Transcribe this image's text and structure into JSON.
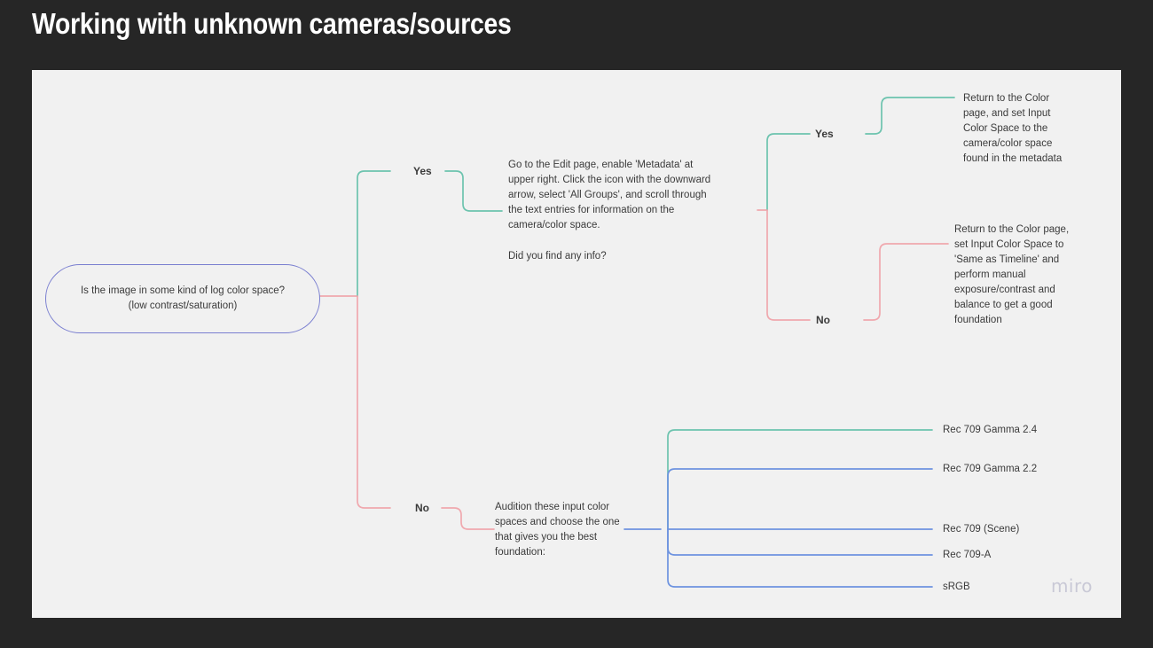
{
  "slide": {
    "title": "Working with unknown cameras/sources",
    "background_color": "#262626",
    "canvas_color": "#f1f1f1"
  },
  "colors": {
    "teal": "#6cc3ae",
    "pink": "#f0a8ae",
    "blue": "#6d93e0",
    "node_border": "#7a7fd0",
    "text": "#3b3b3b",
    "title_text": "#ffffff",
    "watermark": "#c9c9d6"
  },
  "flowchart": {
    "start_node": {
      "label": "Is the image in some kind of log color space?\n(low contrast/saturation)"
    },
    "branch_labels": {
      "level1_yes": "Yes",
      "level1_no": "No",
      "level2_yes": "Yes",
      "level2_no": "No"
    },
    "metadata_step": {
      "body": "Go to the Edit page, enable 'Metadata' at upper right. Click the icon with the downward arrow, select 'All Groups', and scroll through the text entries for information on the camera/color space.",
      "question": "Did you find any info?"
    },
    "outcome_found": {
      "body": "Return to the Color page, and set Input Color Space to the camera/color space found in the metadata"
    },
    "outcome_not_found": {
      "body": "Return to the Color page, set Input Color Space to 'Same as Timeline' and perform manual exposure/contrast and balance to get a good foundation"
    },
    "audition_step": {
      "body": "Audition these input color spaces and choose the one that gives you the best foundation:"
    },
    "color_space_options": [
      {
        "label": "Rec 709 Gamma 2.4",
        "wire_color": "#6cc3ae"
      },
      {
        "label": "Rec 709 Gamma 2.2",
        "wire_color": "#6d93e0"
      },
      {
        "label": "Rec 709 (Scene)",
        "wire_color": "#6d93e0"
      },
      {
        "label": "Rec 709-A",
        "wire_color": "#6d93e0"
      },
      {
        "label": "sRGB",
        "wire_color": "#6d93e0"
      }
    ]
  },
  "watermark": {
    "label": "miro"
  }
}
